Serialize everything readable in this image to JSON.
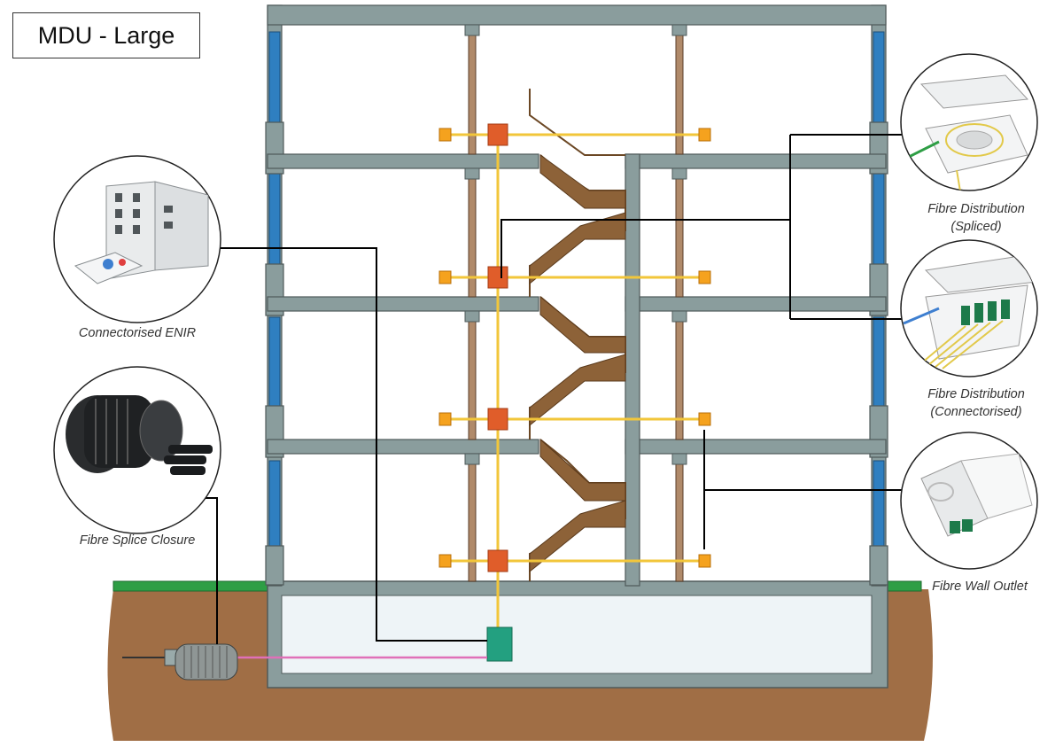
{
  "title": "MDU - Large",
  "labels": {
    "enir": "Connectorised ENIR",
    "splice_closure": "Fibre Splice Closure",
    "fd_spliced_line1": "Fibre Distribution",
    "fd_spliced_line2": "(Spliced)",
    "fd_connectorised_line1": "Fibre Distribution",
    "fd_connectorised_line2": "(Connectorised)",
    "wall_outlet": "Fibre Wall Outlet"
  },
  "colors": {
    "wall": "#8a9d9d",
    "wall_outline": "#555f5f",
    "window_glass": "#2f7fc0",
    "soil": "#a06e45",
    "grass": "#2e9e45",
    "basement": "#eef4f7",
    "stairs": "#8d6238",
    "riser_cable": "#f2c63a",
    "floor_box": "#e05d2a",
    "outlet_box": "#f5a21e",
    "enir_box": "#23a080",
    "drop_cable": "#e070b8",
    "link_line": "#000000"
  }
}
